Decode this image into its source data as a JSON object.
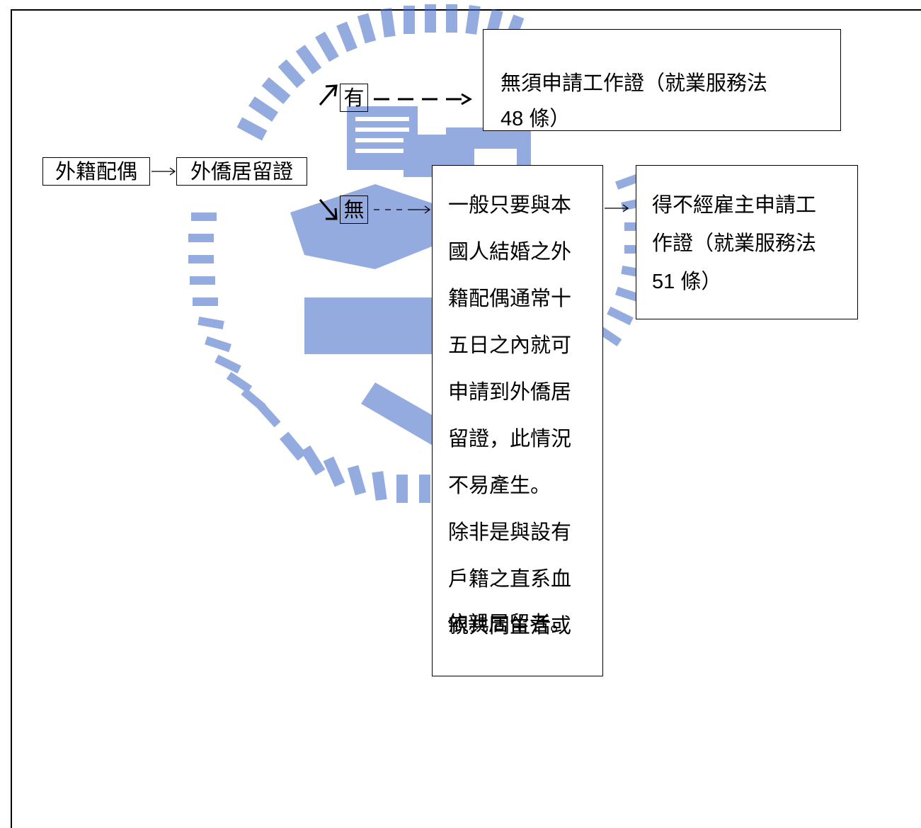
{
  "colors": {
    "watermark": "#3d68c8",
    "line": "#000000"
  },
  "nodes": {
    "foreign_spouse": "外籍配偶",
    "residence_permit": "外僑居留證",
    "has": "有",
    "none": "無"
  },
  "exempt_box": {
    "lines": [
      "無須申請工作證（就業服務法",
      "48 條）"
    ]
  },
  "rare_box": {
    "lines": [
      "一般只要與本",
      "國人結婚之外",
      "籍配偶通常十",
      "五日之內就可",
      "申請到外僑居",
      "留證，此情況",
      "不易產生。",
      "除非是與設有",
      "戶籍之直系血",
      "親共同生活或",
      "依親居留者。"
    ]
  },
  "no_employer_box": {
    "lines": [
      "得不經雇主申請工",
      "作證（就業服務法",
      "51 條）"
    ]
  },
  "icons": {
    "up_arrow": "up-right-arrow-icon",
    "down_arrow": "down-right-arrow-icon",
    "watermark": "university-seal-icon"
  }
}
